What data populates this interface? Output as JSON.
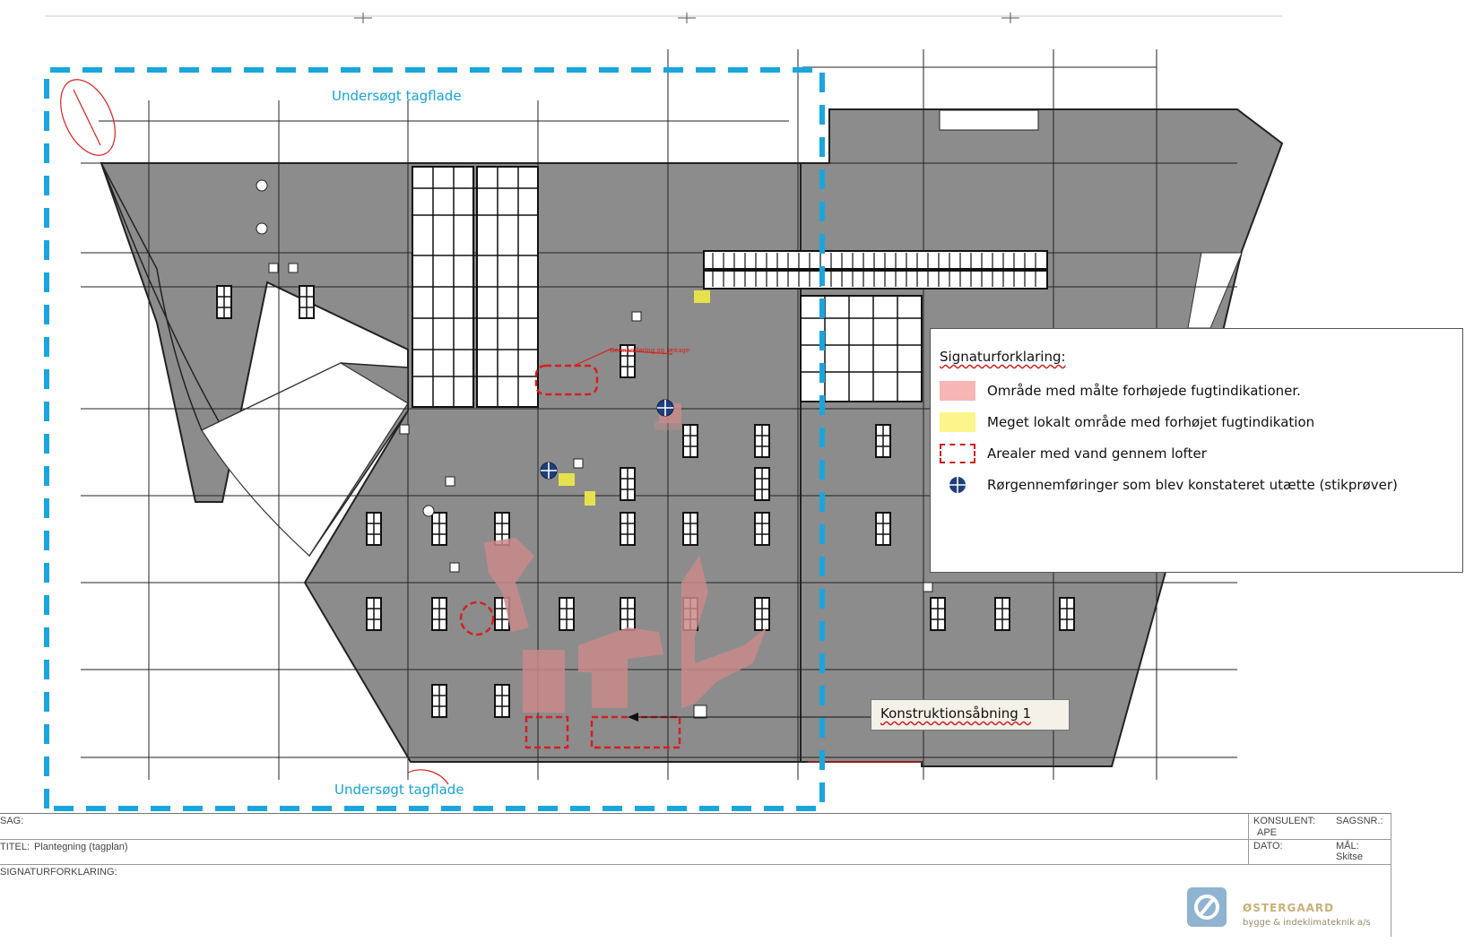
{
  "labels": {
    "surveyed_top": "Undersøgt tagflade",
    "surveyed_bottom": "Undersøgt tagflade",
    "drain_note": "Gennemføring og lækage"
  },
  "legend": {
    "title": "Signaturforklaring:",
    "items": [
      {
        "text": "Område med målte forhøjede fugtindikationer.",
        "swatch": "#f7b6b6",
        "kind": "fill"
      },
      {
        "text": "Meget lokalt område med forhøjet fugtindikation",
        "swatch": "#fbf58c",
        "kind": "fill"
      },
      {
        "text": "Arealer med vand gennem lofter",
        "swatch": "#cc1f1f",
        "kind": "dashed"
      },
      {
        "text": "Rørgennemføringer som blev konstateret utætte (stikprøver)",
        "swatch": "#1f3f7a",
        "kind": "pipe"
      }
    ]
  },
  "callout": {
    "text": "Konstruktionsåbning 1"
  },
  "titleblock": {
    "sag_label": "SAG:",
    "titel_label": "TITEL:",
    "titel_value": "Plantegning (tagplan)",
    "signatur_label": "SIGNATURFORKLARING:",
    "konsulent_label": "KONSULENT:",
    "konsulent_value": "APE",
    "sagsnr_label": "SAGSNR.:",
    "dato_label": "DATO:",
    "maal_label": "MÅL:",
    "maal_value": "Skitse"
  },
  "logo": {
    "name": "ØSTERGAARD",
    "sub": "bygge & indeklimateknik a/s"
  },
  "colors": {
    "roof": "#8c8c8c",
    "survey_border": "#1aa6dc",
    "moisture": "#c98a8a",
    "leak": "#d42020",
    "local_moisture": "#e6e24d",
    "pipe": "#1f3f7a"
  }
}
